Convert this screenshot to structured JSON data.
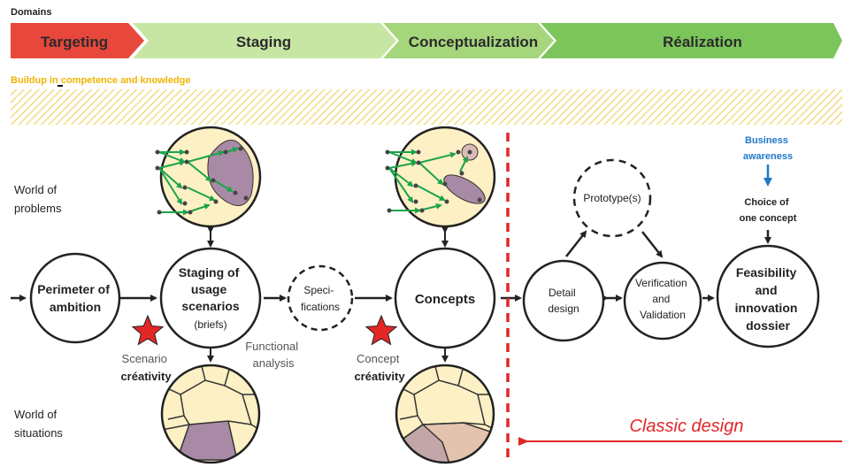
{
  "header": {
    "domains_label": "Domains",
    "phases": [
      {
        "label": "Targeting",
        "color": "#e8473b"
      },
      {
        "label": "Staging",
        "color": "#c7e6a4"
      },
      {
        "label": "Conceptualization",
        "color": "#a6d67c"
      },
      {
        "label": "Réalization",
        "color": "#7cc55a"
      }
    ],
    "buildup_label": "Buildup in competence and knowledge"
  },
  "rows": {
    "problems": [
      "World of",
      "problems"
    ],
    "situations": [
      "World of",
      "situations"
    ]
  },
  "nodes": {
    "perimeter": [
      "Perimeter of",
      "ambition"
    ],
    "staging": [
      "Staging of",
      "usage",
      "scenarios"
    ],
    "staging_sub": "(briefs)",
    "specifications": [
      "Speci-",
      "fications"
    ],
    "concepts": "Concepts",
    "detail": [
      "Detail",
      "design"
    ],
    "prototype": "Prototype(s)",
    "verification": [
      "Verification",
      "and",
      "Validation"
    ],
    "feasibility": [
      "Feasibility",
      "and",
      "innovation",
      "dossier"
    ]
  },
  "annotations": {
    "scenario_creativity": [
      "Scenario",
      "créativity"
    ],
    "functional_analysis": [
      "Functional",
      "analysis"
    ],
    "concept_creativity": [
      "Concept",
      "créativity"
    ],
    "business_awareness": [
      "Business",
      "awareness"
    ],
    "choice_of_concept": [
      "Choice of",
      "one concept"
    ],
    "classic_design": "Classic design"
  },
  "colors": {
    "node_fill": "#fdf0c4",
    "green_arrow": "#1aa44a",
    "purple": "#a98aa6",
    "red": "#e32626",
    "blue": "#1f78c8",
    "hatch": "#f1d56a"
  }
}
